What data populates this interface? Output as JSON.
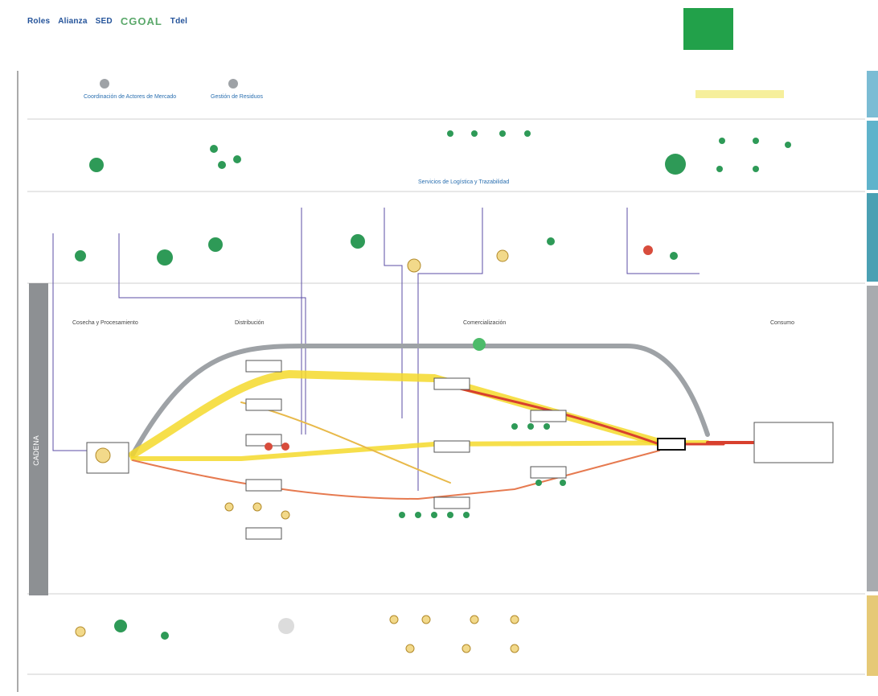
{
  "header": {
    "logos": [
      "Roles",
      "Alianza",
      "SED",
      "CGOAL",
      "Tdel"
    ]
  },
  "top_nodes": [
    {
      "label": "Coordinación de Actores de Mercado"
    },
    {
      "label": "Gestión de Residuos"
    }
  ],
  "sub_nodes": [
    {
      "label": "Servicios de Logística y Trazabilidad"
    }
  ],
  "lane_labels": [
    "Cosecha y Procesamiento",
    "Distribución",
    "Comercialización",
    "Consumo"
  ],
  "left_banner": "CADENA",
  "colors": {
    "accent_green": "#22a14a",
    "node_green": "#2e9a57",
    "node_yellow": "#f2d98a",
    "node_red": "#d84c3c",
    "flow_yellow": "#f4d92c",
    "flow_red": "#d8402e",
    "flow_gray": "#9ea2a6",
    "band_blue": "#7bbcd4",
    "band_teal": "#4aa0b3",
    "band_gray": "#a8abaf",
    "band_yellow": "#e6c976"
  }
}
